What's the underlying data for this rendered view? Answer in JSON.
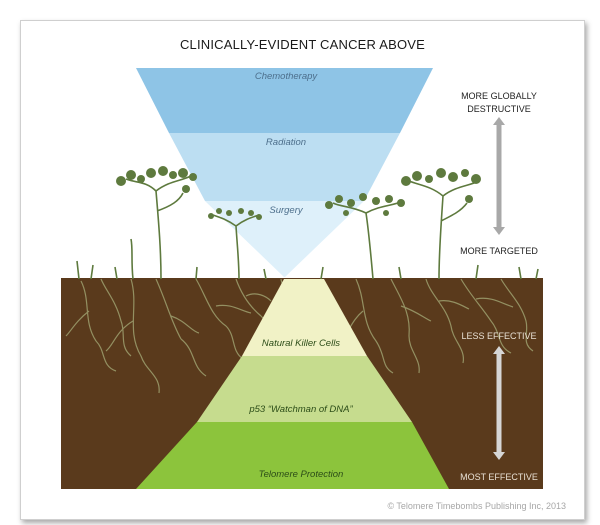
{
  "title": "CLINICALLY-EVIDENT CANCER ABOVE",
  "top_tiers": [
    "Chemotherapy",
    "Radiation",
    "Surgery"
  ],
  "bottom_tiers": [
    "Natural Killer Cells",
    "p53 “Watchman of DNA”",
    "Telomere Protection"
  ],
  "scale_top": {
    "upper": "MORE GLOBALLY\nDESTRUCTIVE",
    "lower": "MORE TARGETED"
  },
  "scale_bottom": {
    "upper": "LESS EFFECTIVE",
    "lower": "MOST EFFECTIVE"
  },
  "copyright": "© Telomere Timebombs Publishing Inc, 2013",
  "colors": {
    "soil": "#5a3a1c",
    "chemo": "#8ec4e6",
    "radiation": "#bcdef2",
    "surgery": "#def0fa",
    "nk": "#f1f2c6",
    "p53": "#c6dc8e",
    "telomere": "#8cc43c",
    "plant": "#5e7a3e",
    "arrow": "#a8a8a8"
  }
}
